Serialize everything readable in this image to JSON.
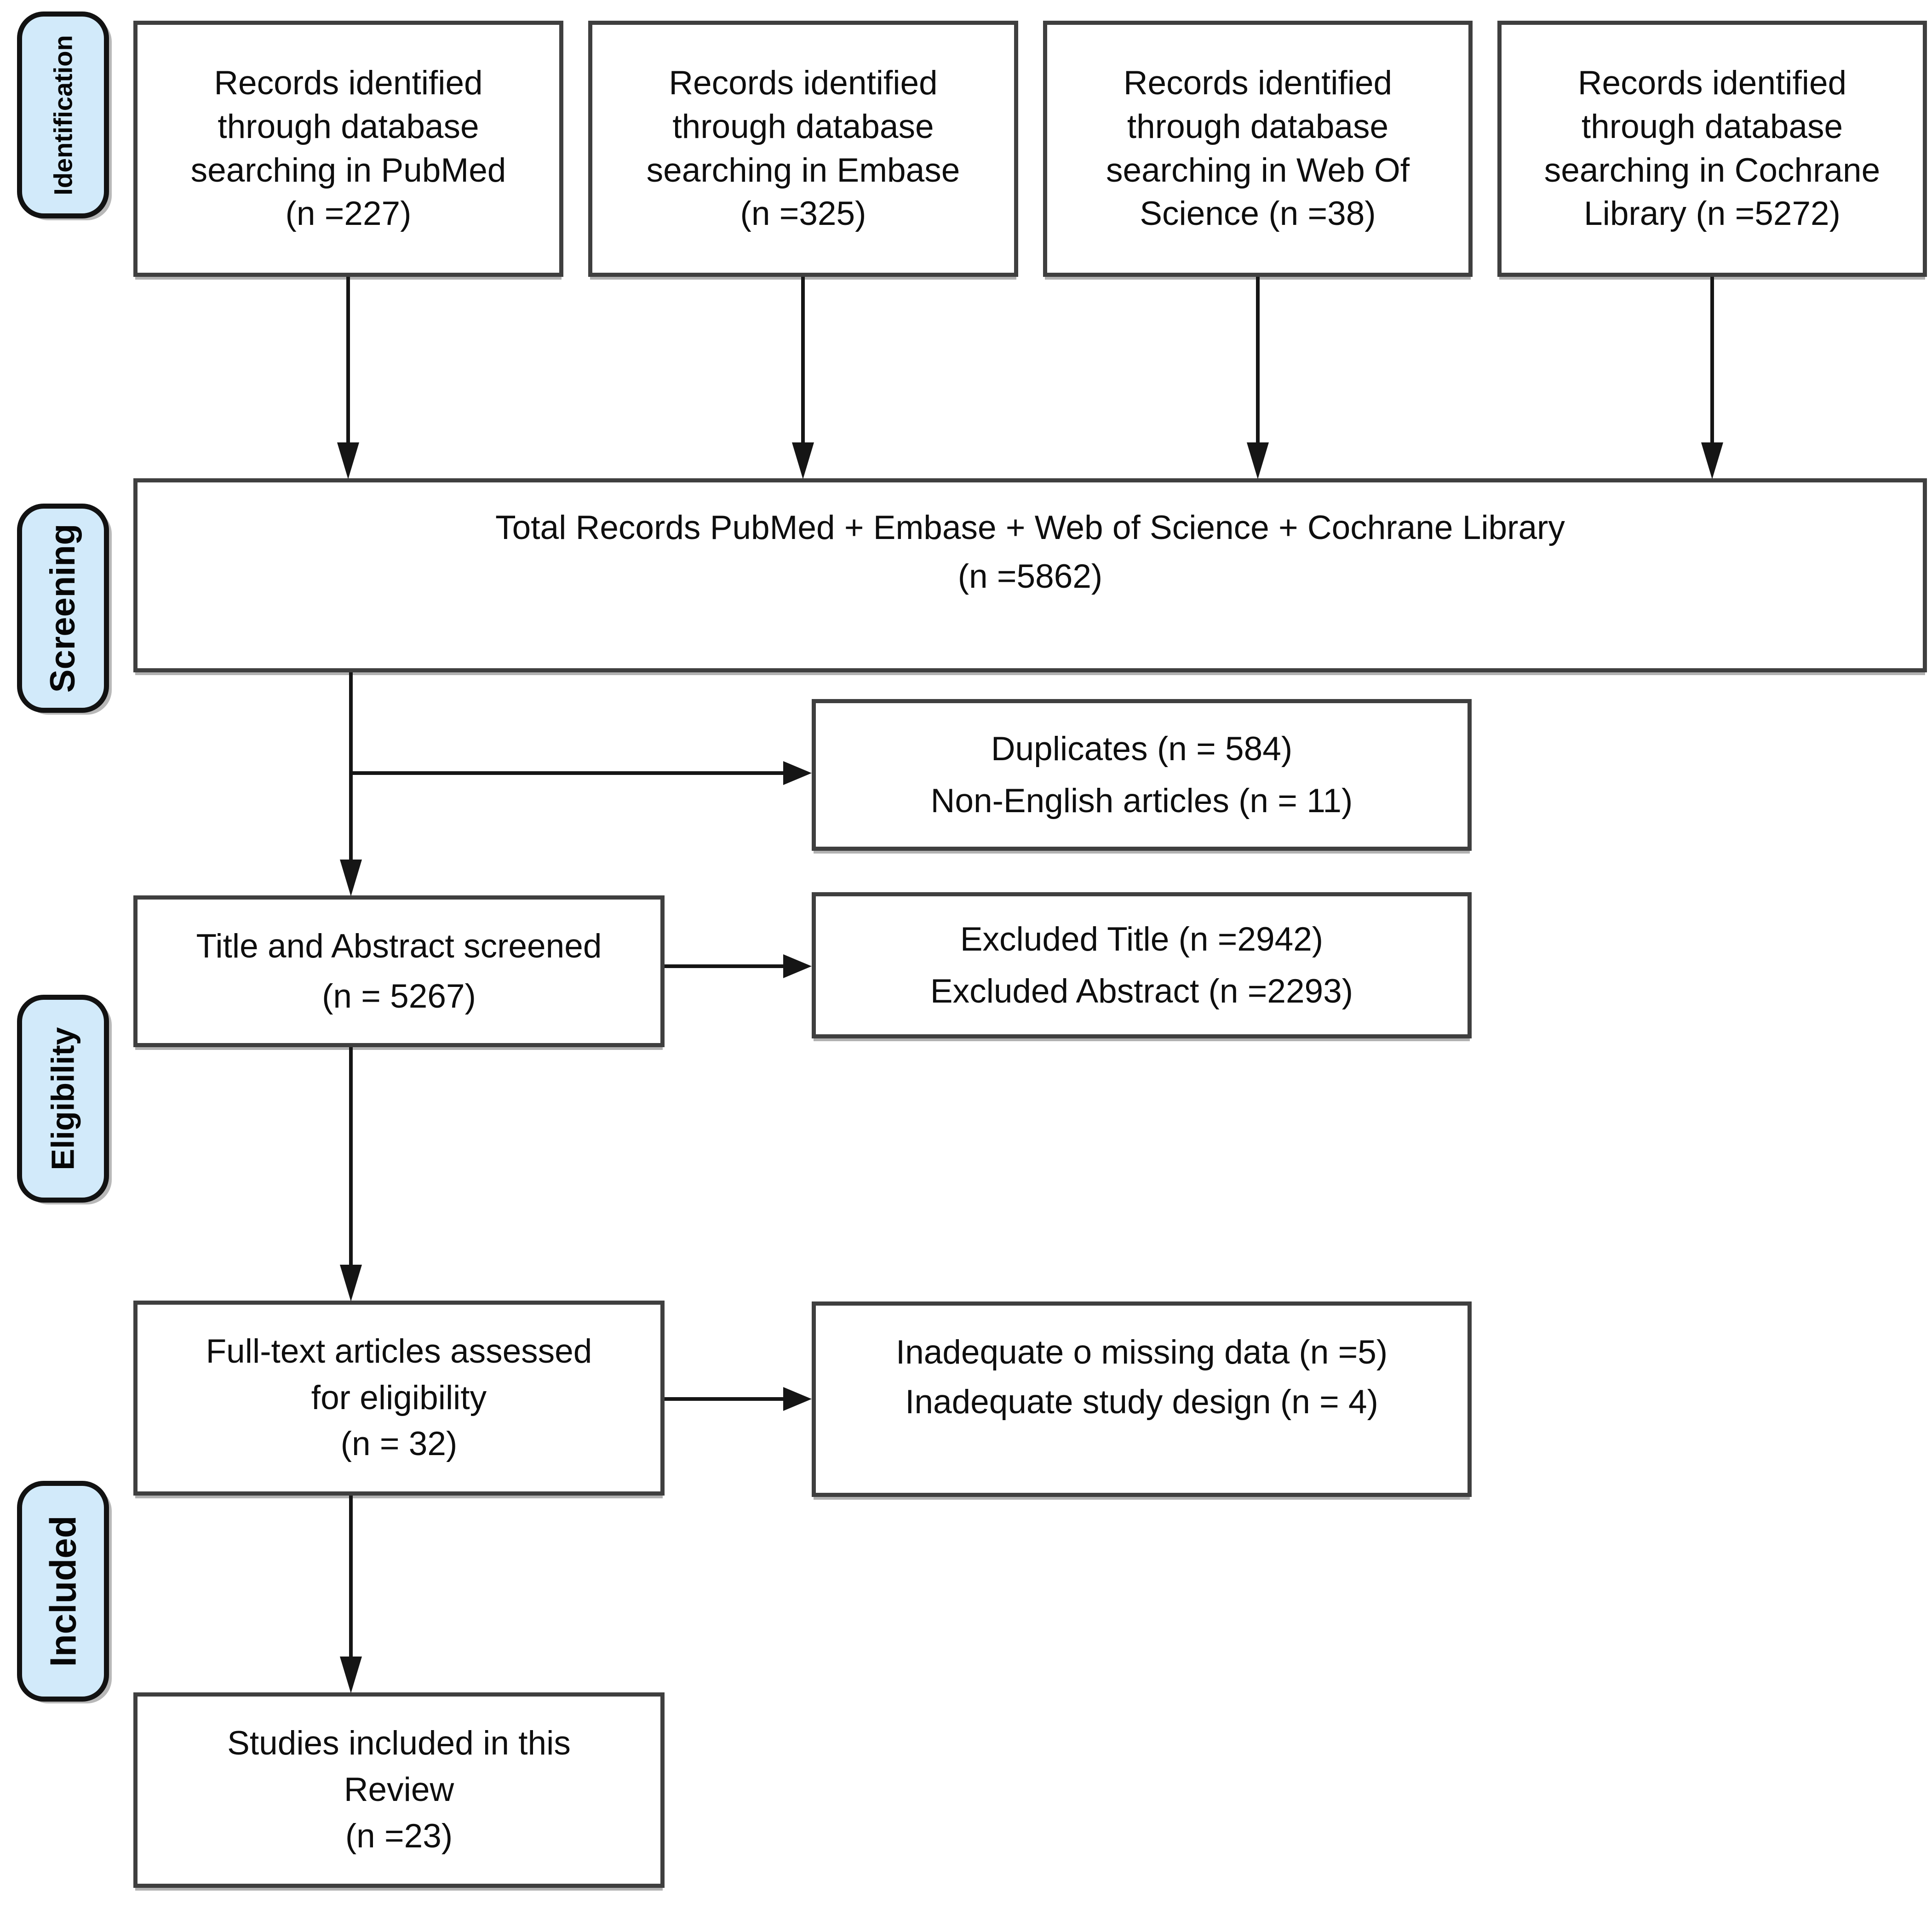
{
  "figure": {
    "kind": "prisma-study-selection-flow-diagram"
  },
  "palette": {
    "sidebar_fill": "#d2eafa",
    "sidebar_border": "#121212",
    "box_border": "#3f3f3f",
    "box_fill": "#ffffff",
    "arrow_color": "#151515",
    "text_color": "#0e0e0e"
  },
  "stages": [
    {
      "label": "Identification"
    },
    {
      "label": "Screening"
    },
    {
      "label": "Eligibility"
    },
    {
      "label": "Included"
    }
  ],
  "boxes": {
    "pubmed": "Records identified\nthrough database\nsearching in PubMed\n(n =227)",
    "embase": "Records identified\nthrough database\nsearching in Embase\n(n =325)",
    "web_of_science": "Records identified\nthrough database\nsearching in Web Of\nScience (n =38)",
    "cochrane": "Records identified\nthrough database\nsearching in Cochrane\nLibrary (n =5272)",
    "total": "Total Records PubMed + Embase + Web of Science + Cochrane Library\n(n =5862)",
    "duplicates": "Duplicates (n = 584)\nNon-English articles (n = 11)",
    "title_abstract": "Title and Abstract screened\n(n = 5267)",
    "excluded": "Excluded Title (n =2942)\nExcluded Abstract (n =2293)",
    "full_text": "Full-text articles assessed\nfor eligibility\n(n = 32)",
    "full_text_excluded": "Inadequate o missing data (n =5)\nInadequate study design (n = 4)",
    "included_studies": "Studies included in this\nReview\n(n =23)"
  }
}
